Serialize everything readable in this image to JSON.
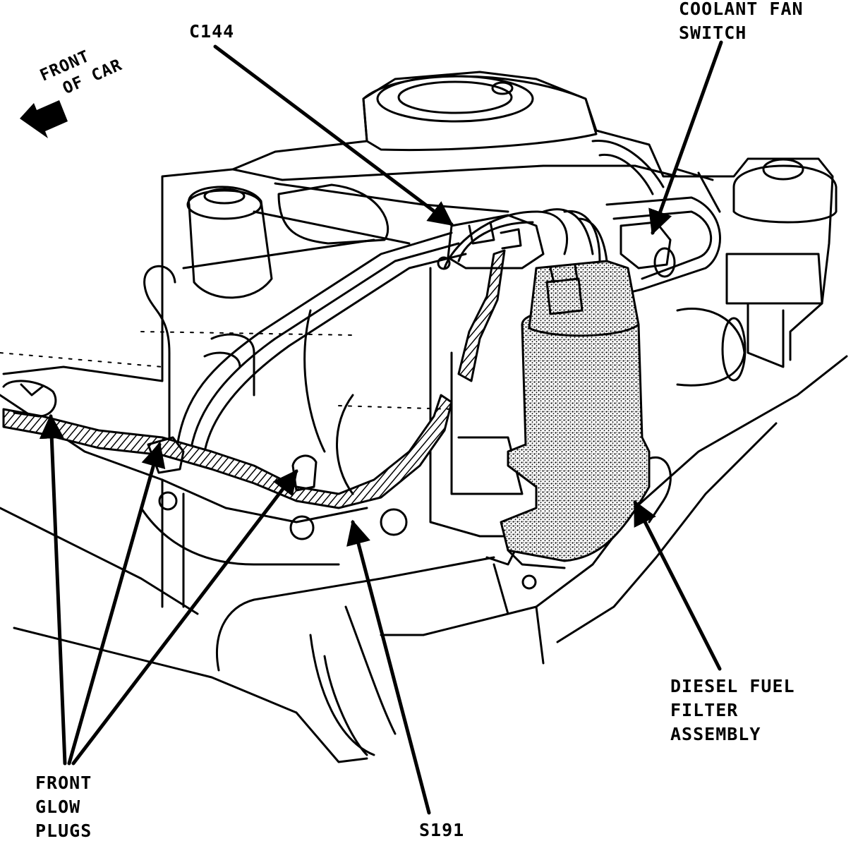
{
  "labels": {
    "c144": "C144",
    "coolant_fan_switch": [
      "COOLANT FAN",
      "SWITCH"
    ],
    "front_of_car": [
      "FRONT",
      "OF CAR"
    ],
    "diesel_fuel_filter": [
      "DIESEL FUEL",
      "FILTER",
      "ASSEMBLY"
    ],
    "front_glow_plugs": [
      "FRONT",
      "GLOW",
      "PLUGS"
    ],
    "s191": "S191"
  },
  "colors": {
    "ink": "#000000",
    "paper": "#ffffff",
    "shade": "#888888"
  }
}
